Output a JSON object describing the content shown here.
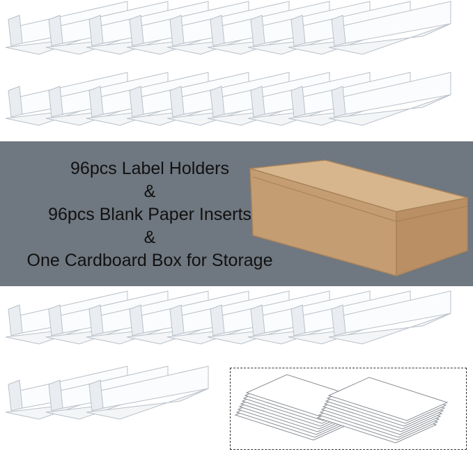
{
  "banner": {
    "line1": "96pcs Label Holders",
    "amp1": "&",
    "line2": "96pcs Blank Paper Inserts",
    "amp2": "&",
    "line3": "One Cardboard Box for Storage"
  },
  "colors": {
    "banner_bg": "#6f7780",
    "holder_edge": "#b9c0c8",
    "box_side": "#c9a37a",
    "box_top": "#d8b68d",
    "insert_card": "#ffffff"
  },
  "icons": {
    "holders": "clear-acrylic-label-holder",
    "box": "cardboard-storage-box",
    "inserts": "blank-paper-insert-stack"
  }
}
